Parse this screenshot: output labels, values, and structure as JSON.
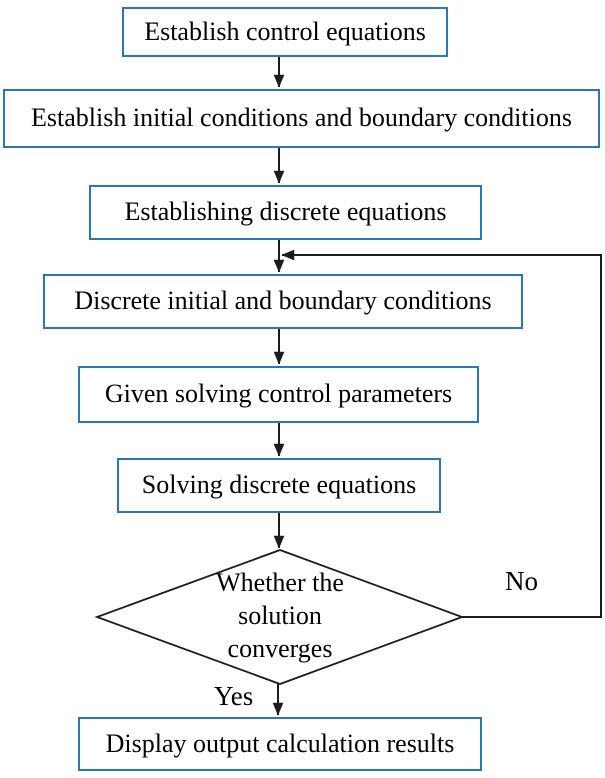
{
  "flowchart": {
    "steps": [
      "Establish control equations",
      "Establish initial conditions and boundary conditions",
      "Establishing discrete equations",
      "Discrete initial and boundary conditions",
      "Given solving control parameters",
      "Solving discrete equations",
      "Display output calculation results"
    ],
    "decision": {
      "lines": [
        "Whether the",
        "solution",
        "converges"
      ]
    },
    "labels": {
      "yes": "Yes",
      "no": "No"
    }
  },
  "theme": {
    "box-border": "#2e75b6",
    "arrow": "#1c1c1c",
    "text": "#000000",
    "bg": "#ffffff"
  }
}
